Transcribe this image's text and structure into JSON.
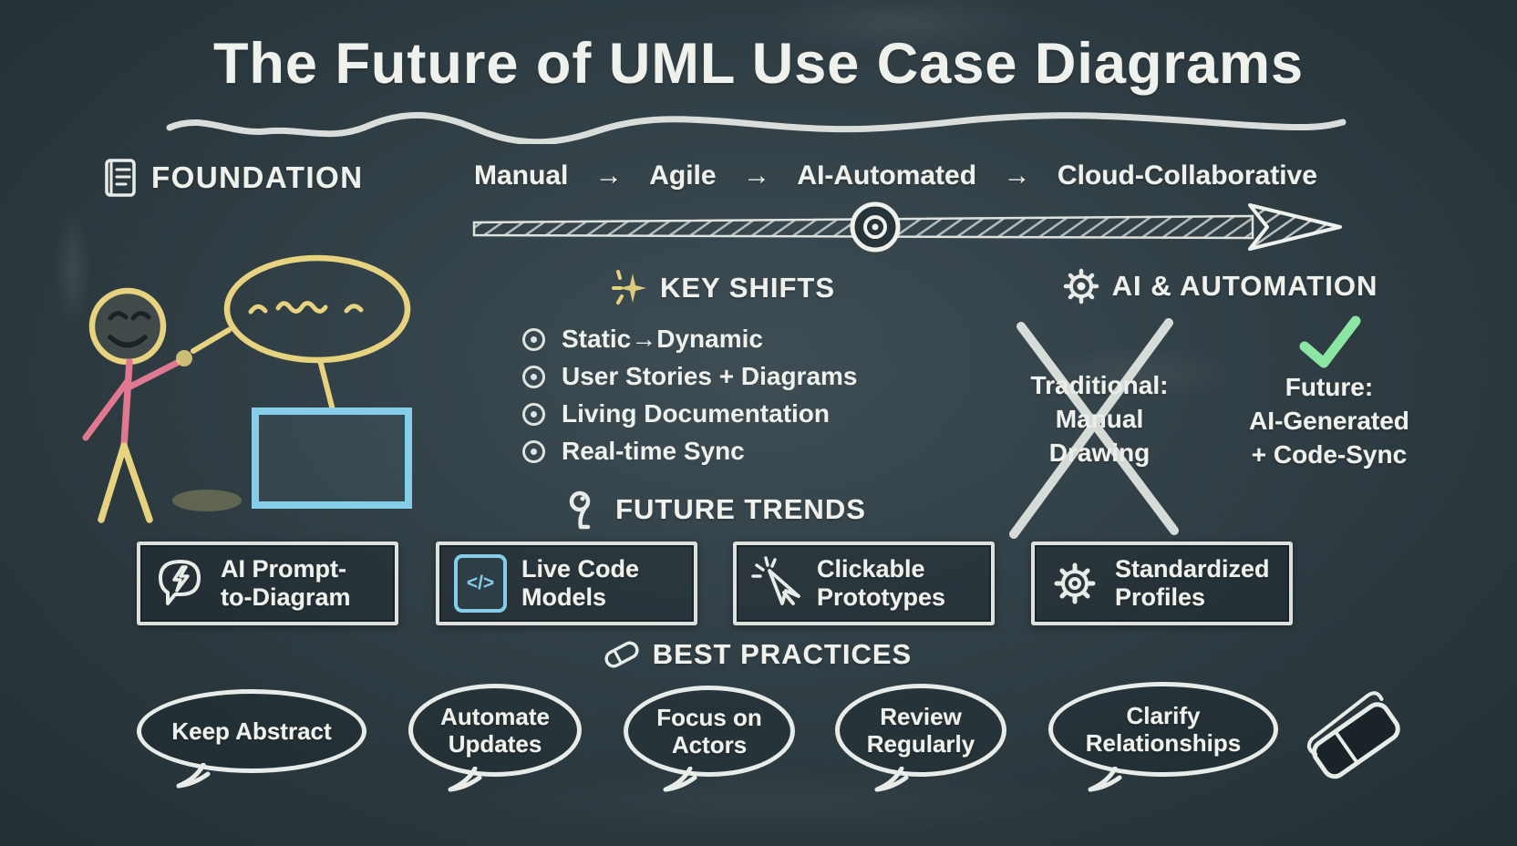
{
  "title": "The Future of UML Use Case Diagrams",
  "foundation": {
    "label": "FOUNDATION",
    "icon": "book-icon"
  },
  "timeline": {
    "arrow_glyph": "→",
    "stages": [
      "Manual",
      "Agile",
      "AI-Automated",
      "Cloud-Collaborative"
    ],
    "marker": "bullseye-milestone"
  },
  "uml_sketch": {
    "elements": [
      "actor-stick-figure",
      "use-case-ellipse",
      "system-rectangle",
      "association-lines"
    ],
    "colors": {
      "actor_body": "#e0788f",
      "actor_limbs": "#e6d27f",
      "ellipse": "#e6d27f",
      "rectangle": "#86cdea"
    }
  },
  "key_shifts": {
    "heading": "KEY SHIFTS",
    "icon": "sparkle-icon",
    "items": [
      "Static→Dynamic",
      "User Stories + Diagrams",
      "Living Documentation",
      "Real-time Sync"
    ]
  },
  "ai_automation": {
    "heading": "AI & AUTOMATION",
    "icon": "gear-icon",
    "traditional": {
      "text": "Traditional:\nManual\nDrawing",
      "marker": "x-cross"
    },
    "future": {
      "text": "Future:\nAI-Generated\n+ Code-Sync",
      "marker": "green-checkmark",
      "check_color": "#8ce6a3"
    }
  },
  "future_trends": {
    "heading": "FUTURE TRENDS",
    "icon": "key-icon",
    "boxes": [
      {
        "label": "AI Prompt-\nto-Diagram",
        "icon": "prompt-bubble-lightning-icon"
      },
      {
        "label": "Live Code\nModels",
        "icon": "code-brackets-icon",
        "icon_glyph": "</>",
        "icon_color": "#86cdea"
      },
      {
        "label": "Clickable\nPrototypes",
        "icon": "cursor-click-icon"
      },
      {
        "label": "Standardized\nProfiles",
        "icon": "gear-icon"
      }
    ]
  },
  "best_practices": {
    "heading": "BEST PRACTICES",
    "icon": "eraser-icon",
    "bubbles": [
      {
        "text": "Keep Abstract"
      },
      {
        "text": "Automate\nUpdates"
      },
      {
        "text": "Focus on\nActors"
      },
      {
        "text": "Review\nRegularly"
      },
      {
        "text": "Clarify\nRelationships"
      }
    ]
  },
  "colors": {
    "background": "#2b3a3f",
    "chalk": "#eef1ec",
    "yellow_chalk": "#e6d27f",
    "pink_chalk": "#e0788f",
    "blue_chalk": "#86cdea",
    "green_check": "#8ce6a3"
  }
}
